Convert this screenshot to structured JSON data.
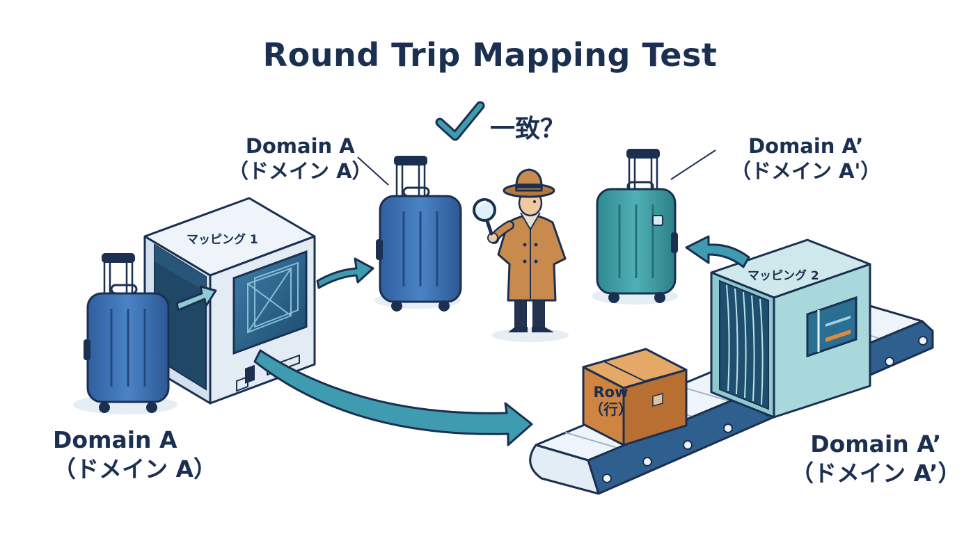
{
  "title": "Round Trip Mapping Test",
  "match_question": "一致？",
  "labels": {
    "domain_a_start": {
      "name": "Domain A",
      "reading": "（ドメイン A）"
    },
    "domain_a_mid": {
      "name": "Domain A",
      "reading": "（ドメイン A）"
    },
    "domain_a_prime_mid": {
      "name": "Domain A’",
      "reading": "（ドメイン A'）"
    },
    "domain_a_prime_conveyor": {
      "name": "Domain A’",
      "reading": "（ドメイン A’）"
    }
  },
  "machines": {
    "mapping_1": "マッピング 1",
    "mapping_2": "マッピング 2"
  },
  "box": {
    "line1": "Row",
    "line2": "（行）"
  },
  "icons": {
    "check": "check-icon",
    "magnifier": "magnifying-glass-icon",
    "detective": "detective-icon",
    "suitcase": "suitcase-icon",
    "conveyor": "conveyor-belt-icon",
    "box": "cardboard-box-icon",
    "machine": "mapping-machine-icon"
  },
  "colors": {
    "ink": "#1b2f50",
    "suitcase_blue": "#3f74b7",
    "suitcase_teal": "#3e9ea4",
    "arrow_teal": "#3f9cb0",
    "machine_face": "#e6eef6",
    "box_orange": "#d08742",
    "coat_tan": "#c98a4e"
  }
}
